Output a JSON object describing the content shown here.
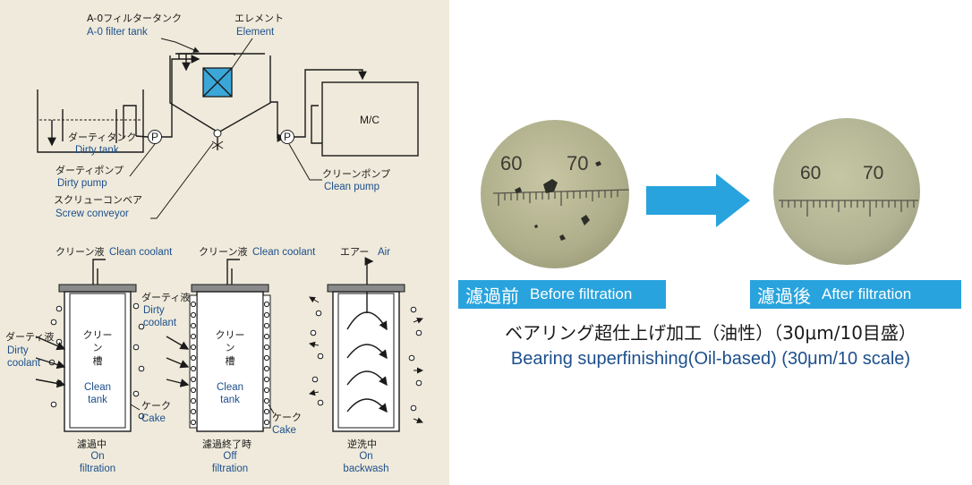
{
  "system": {
    "filter_tank_jp": "A-0フィルタータンク",
    "filter_tank_en": "A-0 filter tank",
    "element_jp": "エレメント",
    "element_en": "Element",
    "dirty_tank_jp": "ダーティタンク",
    "dirty_tank_en": "Dirty tank",
    "dirty_pump_jp": "ダーティポンプ",
    "dirty_pump_en": "Dirty pump",
    "screw_conveyor_jp": "スクリューコンベア",
    "screw_conveyor_en": "Screw conveyor",
    "clean_pump_jp": "クリーンポンプ",
    "clean_pump_en": "Clean pump",
    "machine": "M/C",
    "pump_symbol": "P"
  },
  "stages": {
    "clean_coolant_jp": "クリーン液",
    "clean_coolant_en": "Clean coolant",
    "air_jp": "エアー",
    "air_en": "Air",
    "dirty_liquid_jp": "ダーティ液",
    "dirty_coolant_en_1": "Dirty",
    "dirty_coolant_en_2": "coolant",
    "clean_tank_jp_1": "クリー",
    "clean_tank_jp_2": "ン",
    "clean_tank_jp_3": "槽",
    "clean_tank_en_1": "Clean",
    "clean_tank_en_2": "tank",
    "cake_jp": "ケーク",
    "cake_en": "Cake",
    "on_filtration_jp": "濾過中",
    "on_filtration_en_1": "On",
    "on_filtration_en_2": "filtration",
    "off_filtration_jp": "濾過終了時",
    "off_filtration_en_1": "Off",
    "off_filtration_en_2": "filtration",
    "backwash_jp": "逆洗中",
    "backwash_en_1": "On",
    "backwash_en_2": "backwash"
  },
  "comparison": {
    "before_jp": "濾過前",
    "before_en": "Before filtration",
    "after_jp": "濾過後",
    "after_en": "After filtration",
    "scale_60": "60",
    "scale_70": "70",
    "subtitle_jp": "ベアリング超仕上げ加工（油性）（30μm/10目盛）",
    "subtitle_en": "Bearing superfinishing(Oil-based) (30μm/10 scale)",
    "arrow_color": "#29a3dd",
    "caption_color": "#29a3dd"
  }
}
